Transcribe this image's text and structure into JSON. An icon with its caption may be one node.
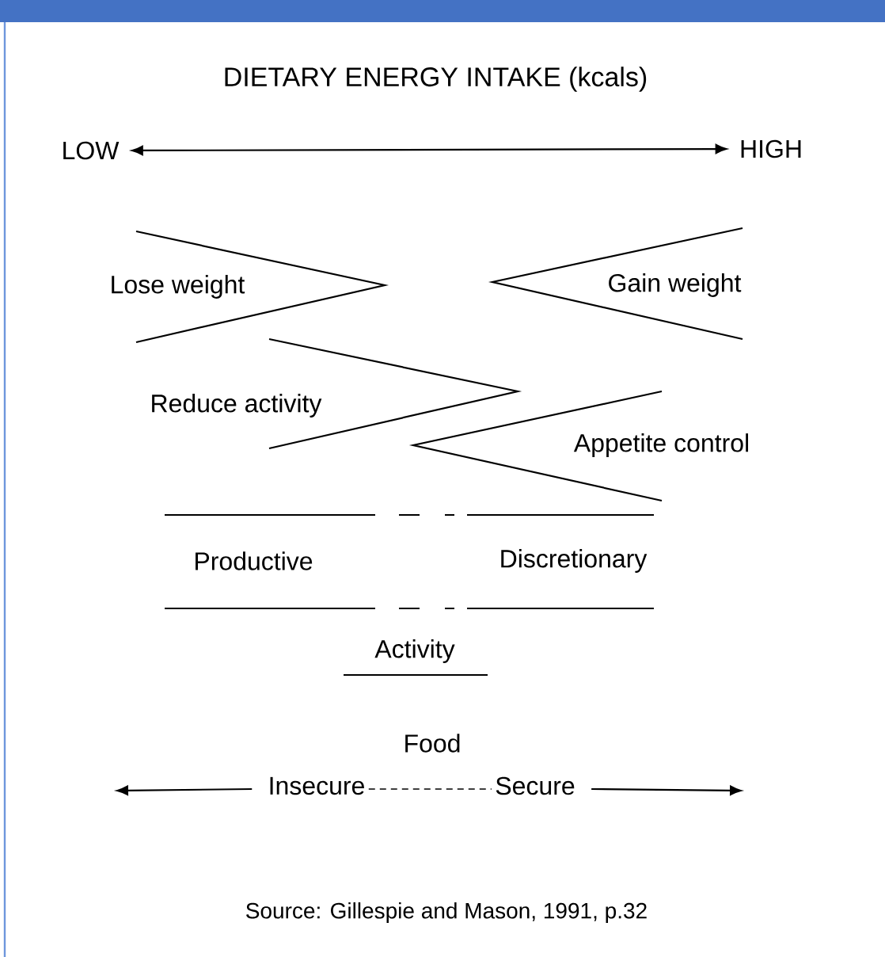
{
  "diagram": {
    "title": "DIETARY ENERGY INTAKE (kcals)",
    "caption": "Source: Gillespie and Mason, 1991, p.32",
    "nodes": [
      {
        "text": [
          "LOW"
        ]
      },
      {
        "text": [
          "HIGH"
        ]
      },
      {
        "text": [
          "Insecure"
        ]
      },
      {
        "text": [
          "Secure"
        ]
      }
    ],
    "edges": [
      {
        "from": 0,
        "to": 1,
        "arrow": "both"
      },
      {
        "from": 2,
        "to": null,
        "arrow": "to"
      },
      {
        "from": 3,
        "to": null,
        "arrow": "to"
      },
      {
        "from": 2,
        "to": 3,
        "arrow": "none",
        "style": "dashed"
      }
    ],
    "labels": [
      "Lose weight",
      "Gain weight",
      "Reduce activity",
      "Appetite control",
      "Productive",
      "Discretionary",
      "Activity",
      "Food"
    ]
  }
}
